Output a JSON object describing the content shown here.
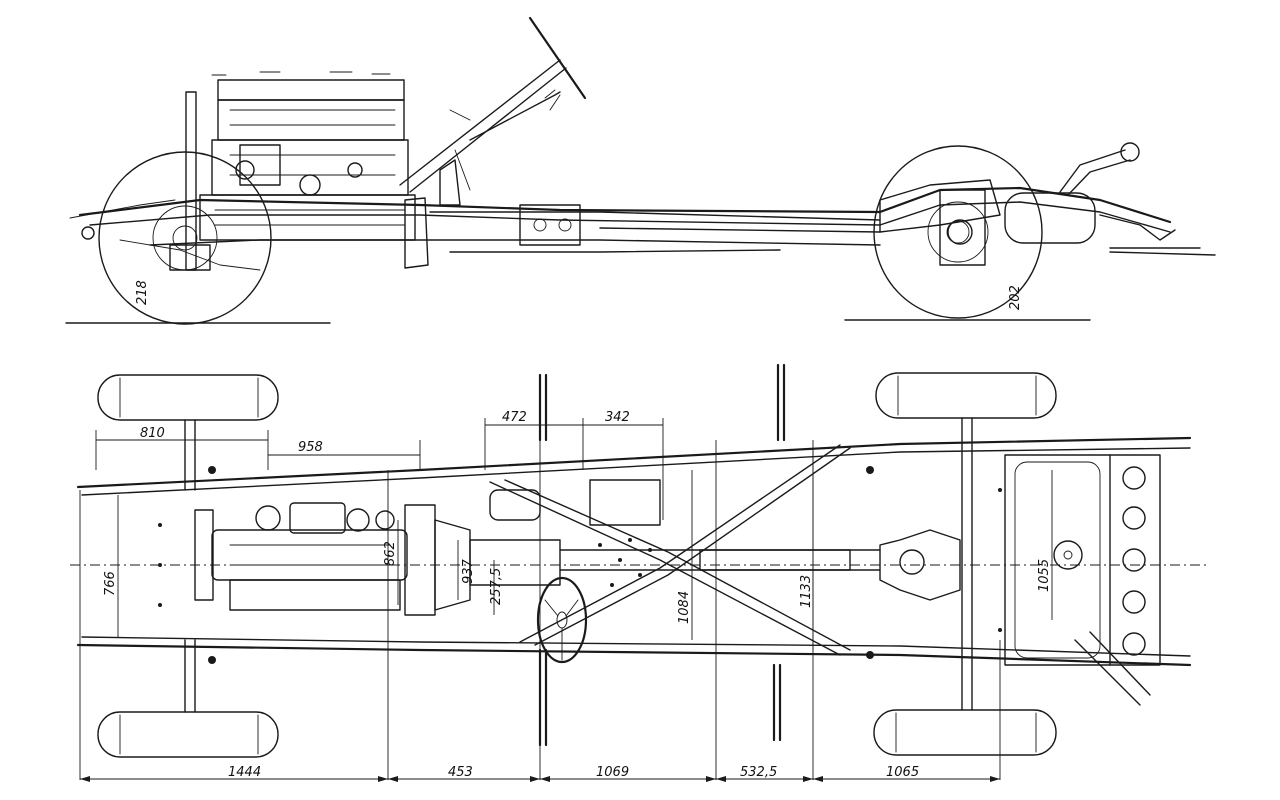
{
  "dimensions": {
    "side_front_ground": "218",
    "side_rear_ground": "202",
    "plan_810": "810",
    "plan_958": "958",
    "plan_472": "472",
    "plan_342": "342",
    "plan_766": "766",
    "plan_862": "862",
    "plan_937": "937",
    "plan_257_5": "257,5",
    "plan_1084": "1084",
    "plan_1133": "1133",
    "plan_1055": "1055",
    "bottom_1444": "1444",
    "bottom_453": "453",
    "bottom_1069": "1069",
    "bottom_532_5": "532,5",
    "bottom_1065": "1065"
  }
}
